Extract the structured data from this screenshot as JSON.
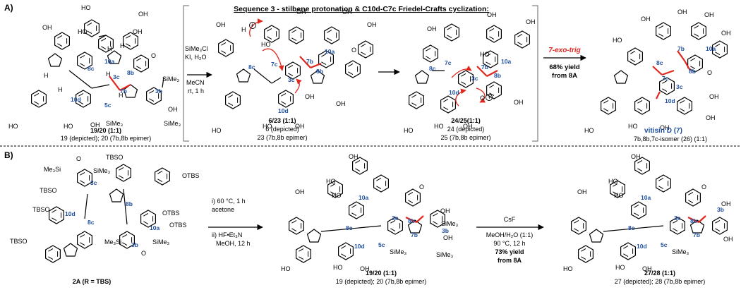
{
  "panelA": {
    "label": "A)",
    "sequence_title": "Sequence 3 - stilbene protonation & C10d-C7c Friedel-Crafts cyclization:",
    "reagents": [
      "SiMe₃Cl",
      "KI, H₂O",
      "MeCN",
      "rt, 1 h"
    ],
    "exo_trig": "7-exo-trig",
    "yield_line1": "68% yield",
    "yield_line2": "from 8A",
    "proton": "H",
    "plus": "+",
    "c1": {
      "name": "19/20 (1:1)",
      "line2": "19 (depicted); 20 (7b,8b epimer)"
    },
    "c2": {
      "name": "6/23 (1:1)",
      "line2": "6 (depicted)",
      "line3": "23 (7b,8b epimer)"
    },
    "c3": {
      "name": "24/25(1:1)",
      "line2": "24 (depicted)",
      "line3": "25 (7b,8b epimer)"
    },
    "c4": {
      "name": "vitisin D (7)",
      "line2": "7b,8b,7c-isomer (26) (1:1)"
    }
  },
  "panelB": {
    "label": "B)",
    "reagent1_a": "i) 60 °C, 1 h",
    "reagent1_b": "acetone",
    "reagent1_c": "ii) HF•Et₃N",
    "reagent1_d": "MeOH, 12 h",
    "reagent2_a": "CsF",
    "reagent2_b": "MeOH/H₂O (1:1)",
    "reagent2_c": "90 °C, 12 h",
    "reagent2_d": "73% yield",
    "reagent2_e": "from 8A",
    "sm": {
      "name": "2A (R = TBS)"
    },
    "mid": {
      "name": "19/20 (1:1)",
      "line2": "19 (depicted); 20 (7b,8b epimer)"
    },
    "prod": {
      "name": "27/28 (1:1)",
      "line2": "27 (depicted); 28 (7b,8b epimer)"
    }
  },
  "labels": {
    "OH": "OH",
    "HO": "HO",
    "O": "O",
    "H": "H",
    "OTBS": "OTBS",
    "TBSO": "TBSO",
    "SiMe3": "SiMe₃",
    "Me3Si": "Me₃Si",
    "c8c": "8c",
    "c7c": "7c",
    "c10d": "10d",
    "c5c": "5c",
    "c3c": "3c",
    "c3b": "3b",
    "c7b": "7b",
    "c8b": "8b",
    "c10a": "10a"
  },
  "colors": {
    "atom_label": "#1f4fa0",
    "highlight": "#e0261d",
    "bond": "#000000"
  }
}
